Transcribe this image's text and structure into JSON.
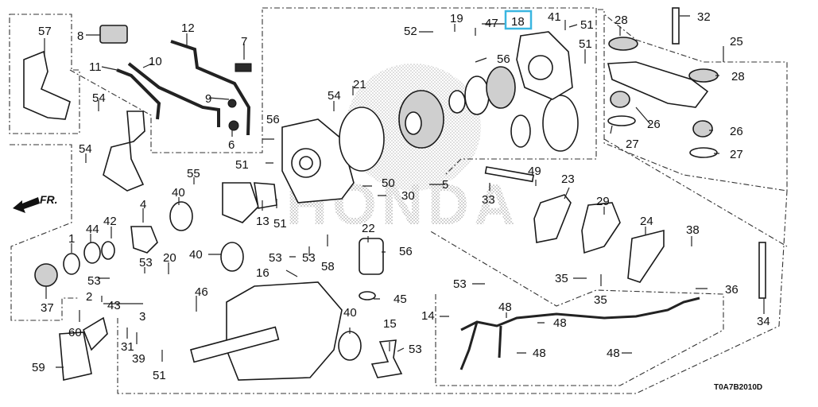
{
  "diagram": {
    "type": "exploded-parts-diagram",
    "watermark": "HONDA",
    "direction_indicator": "FR.",
    "diagram_code": "T0A7B2010D",
    "highlighted_part": "18",
    "highlight_color": "#3ab6e0",
    "callouts": [
      {
        "id": "c57",
        "label": "57"
      },
      {
        "id": "c8",
        "label": "8"
      },
      {
        "id": "c12",
        "label": "12"
      },
      {
        "id": "c7",
        "label": "7"
      },
      {
        "id": "c11",
        "label": "11"
      },
      {
        "id": "c10",
        "label": "10"
      },
      {
        "id": "c9",
        "label": "9"
      },
      {
        "id": "c6",
        "label": "6"
      },
      {
        "id": "c54a",
        "label": "54"
      },
      {
        "id": "c54b",
        "label": "54"
      },
      {
        "id": "c55",
        "label": "55"
      },
      {
        "id": "c40a",
        "label": "40"
      },
      {
        "id": "c4",
        "label": "4"
      },
      {
        "id": "c42",
        "label": "42"
      },
      {
        "id": "c44",
        "label": "44"
      },
      {
        "id": "c1",
        "label": "1"
      },
      {
        "id": "c37",
        "label": "37"
      },
      {
        "id": "c53a",
        "label": "53"
      },
      {
        "id": "c53b",
        "label": "53"
      },
      {
        "id": "c20",
        "label": "20"
      },
      {
        "id": "c2",
        "label": "2"
      },
      {
        "id": "c43",
        "label": "43"
      },
      {
        "id": "c46",
        "label": "46"
      },
      {
        "id": "c3",
        "label": "3"
      },
      {
        "id": "c60",
        "label": "60"
      },
      {
        "id": "c31",
        "label": "31"
      },
      {
        "id": "c39",
        "label": "39"
      },
      {
        "id": "c59",
        "label": "59"
      },
      {
        "id": "c51a",
        "label": "51"
      },
      {
        "id": "c40b",
        "label": "40"
      },
      {
        "id": "c16",
        "label": "16"
      },
      {
        "id": "c13",
        "label": "13"
      },
      {
        "id": "c51b",
        "label": "51"
      },
      {
        "id": "c51c",
        "label": "51"
      },
      {
        "id": "c56a",
        "label": "56"
      },
      {
        "id": "c54c",
        "label": "54"
      },
      {
        "id": "c21",
        "label": "21"
      },
      {
        "id": "c50",
        "label": "50"
      },
      {
        "id": "c30",
        "label": "30"
      },
      {
        "id": "c5",
        "label": "5"
      },
      {
        "id": "c52",
        "label": "52"
      },
      {
        "id": "c19",
        "label": "19"
      },
      {
        "id": "c47",
        "label": "47"
      },
      {
        "id": "c18",
        "label": "18"
      },
      {
        "id": "c41",
        "label": "41"
      },
      {
        "id": "c51d",
        "label": "51"
      },
      {
        "id": "c51e",
        "label": "51"
      },
      {
        "id": "c56b",
        "label": "56"
      },
      {
        "id": "c53c",
        "label": "53"
      },
      {
        "id": "c53d",
        "label": "53"
      },
      {
        "id": "c58",
        "label": "58"
      },
      {
        "id": "c22",
        "label": "22"
      },
      {
        "id": "c56c",
        "label": "56"
      },
      {
        "id": "c45",
        "label": "45"
      },
      {
        "id": "c40c",
        "label": "40"
      },
      {
        "id": "c15",
        "label": "15"
      },
      {
        "id": "c53e",
        "label": "53"
      },
      {
        "id": "c53f",
        "label": "53"
      },
      {
        "id": "c14",
        "label": "14"
      },
      {
        "id": "c48a",
        "label": "48"
      },
      {
        "id": "c48b",
        "label": "48"
      },
      {
        "id": "c48c",
        "label": "48"
      },
      {
        "id": "c48d",
        "label": "48"
      },
      {
        "id": "c33",
        "label": "33"
      },
      {
        "id": "c49",
        "label": "49"
      },
      {
        "id": "c23",
        "label": "23"
      },
      {
        "id": "c29",
        "label": "29"
      },
      {
        "id": "c24",
        "label": "24"
      },
      {
        "id": "c38",
        "label": "38"
      },
      {
        "id": "c35a",
        "label": "35"
      },
      {
        "id": "c35b",
        "label": "35"
      },
      {
        "id": "c36",
        "label": "36"
      },
      {
        "id": "c34",
        "label": "34"
      },
      {
        "id": "c28a",
        "label": "28"
      },
      {
        "id": "c28b",
        "label": "28"
      },
      {
        "id": "c32",
        "label": "32"
      },
      {
        "id": "c25",
        "label": "25"
      },
      {
        "id": "c26a",
        "label": "26"
      },
      {
        "id": "c26b",
        "label": "26"
      },
      {
        "id": "c27a",
        "label": "27"
      },
      {
        "id": "c27b",
        "label": "27"
      }
    ]
  }
}
